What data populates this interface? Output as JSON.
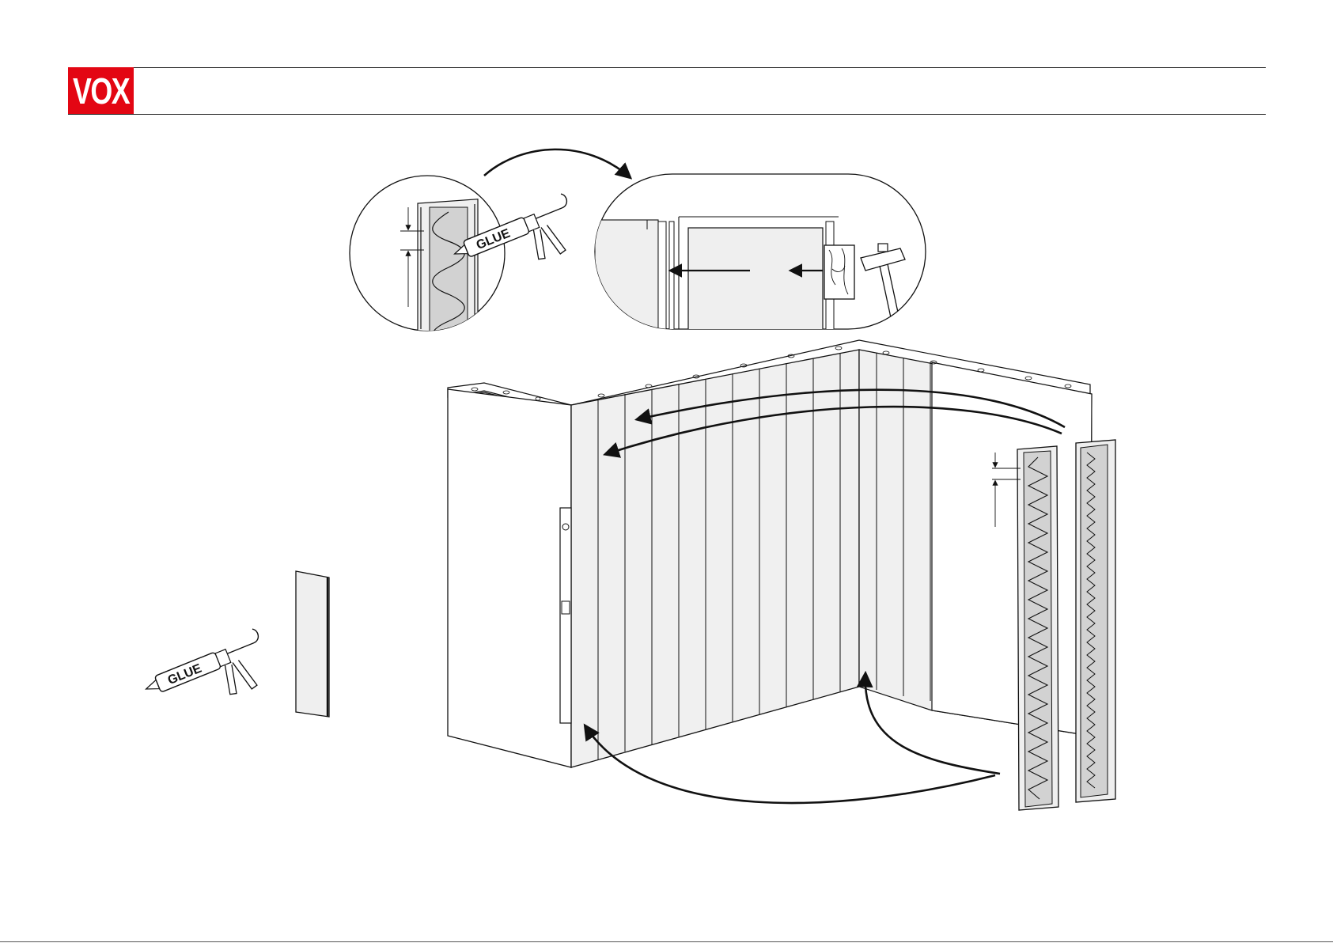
{
  "brand": {
    "logo_text": "VOX",
    "color": "#e30613"
  },
  "labels": {
    "glue_gun_top": "GLUE",
    "glue_gun_bottom": "GLUE"
  },
  "colors": {
    "line": "#1a1a1a",
    "panel_fill": "#efefef",
    "adhesive_fill": "#d0d0d0"
  }
}
